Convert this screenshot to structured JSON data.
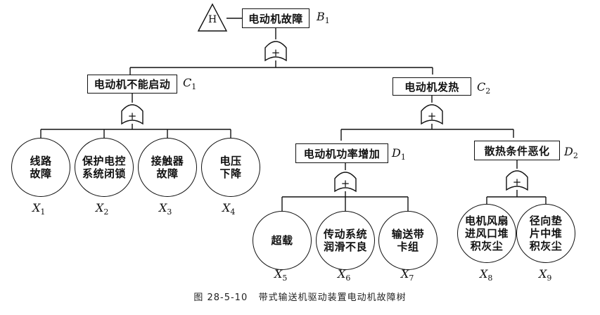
{
  "caption": "图 28-5-10   带式输送机驱动装置电动机故障树",
  "transfer_symbol": "H",
  "gate_symbol": "+",
  "top_event": {
    "text": "电动机故障",
    "label": "B",
    "sub": "1"
  },
  "intermediate": [
    {
      "text": "电动机不能启动",
      "label": "C",
      "sub": "1"
    },
    {
      "text": "电动机发热",
      "label": "C",
      "sub": "2"
    },
    {
      "text": "电动机功率增加",
      "label": "D",
      "sub": "1"
    },
    {
      "text": "散热条件恶化",
      "label": "D",
      "sub": "2"
    }
  ],
  "basic_events": [
    {
      "text": "线路\n故障",
      "label": "X",
      "sub": "1"
    },
    {
      "text": "保护电控\n系统闭锁",
      "label": "X",
      "sub": "2"
    },
    {
      "text": "接触器\n故障",
      "label": "X",
      "sub": "3"
    },
    {
      "text": "电压\n下降",
      "label": "X",
      "sub": "4"
    },
    {
      "text": "超载",
      "label": "X",
      "sub": "5"
    },
    {
      "text": "传动系统\n润滑不良",
      "label": "X",
      "sub": "6"
    },
    {
      "text": "输送带\n卡组",
      "label": "X",
      "sub": "7"
    },
    {
      "text": "电机风扇\n进风口堆\n积灰尘",
      "label": "X",
      "sub": "8"
    },
    {
      "text": "径向垫\n片中堆\n积灰尘",
      "label": "X",
      "sub": "9"
    }
  ]
}
